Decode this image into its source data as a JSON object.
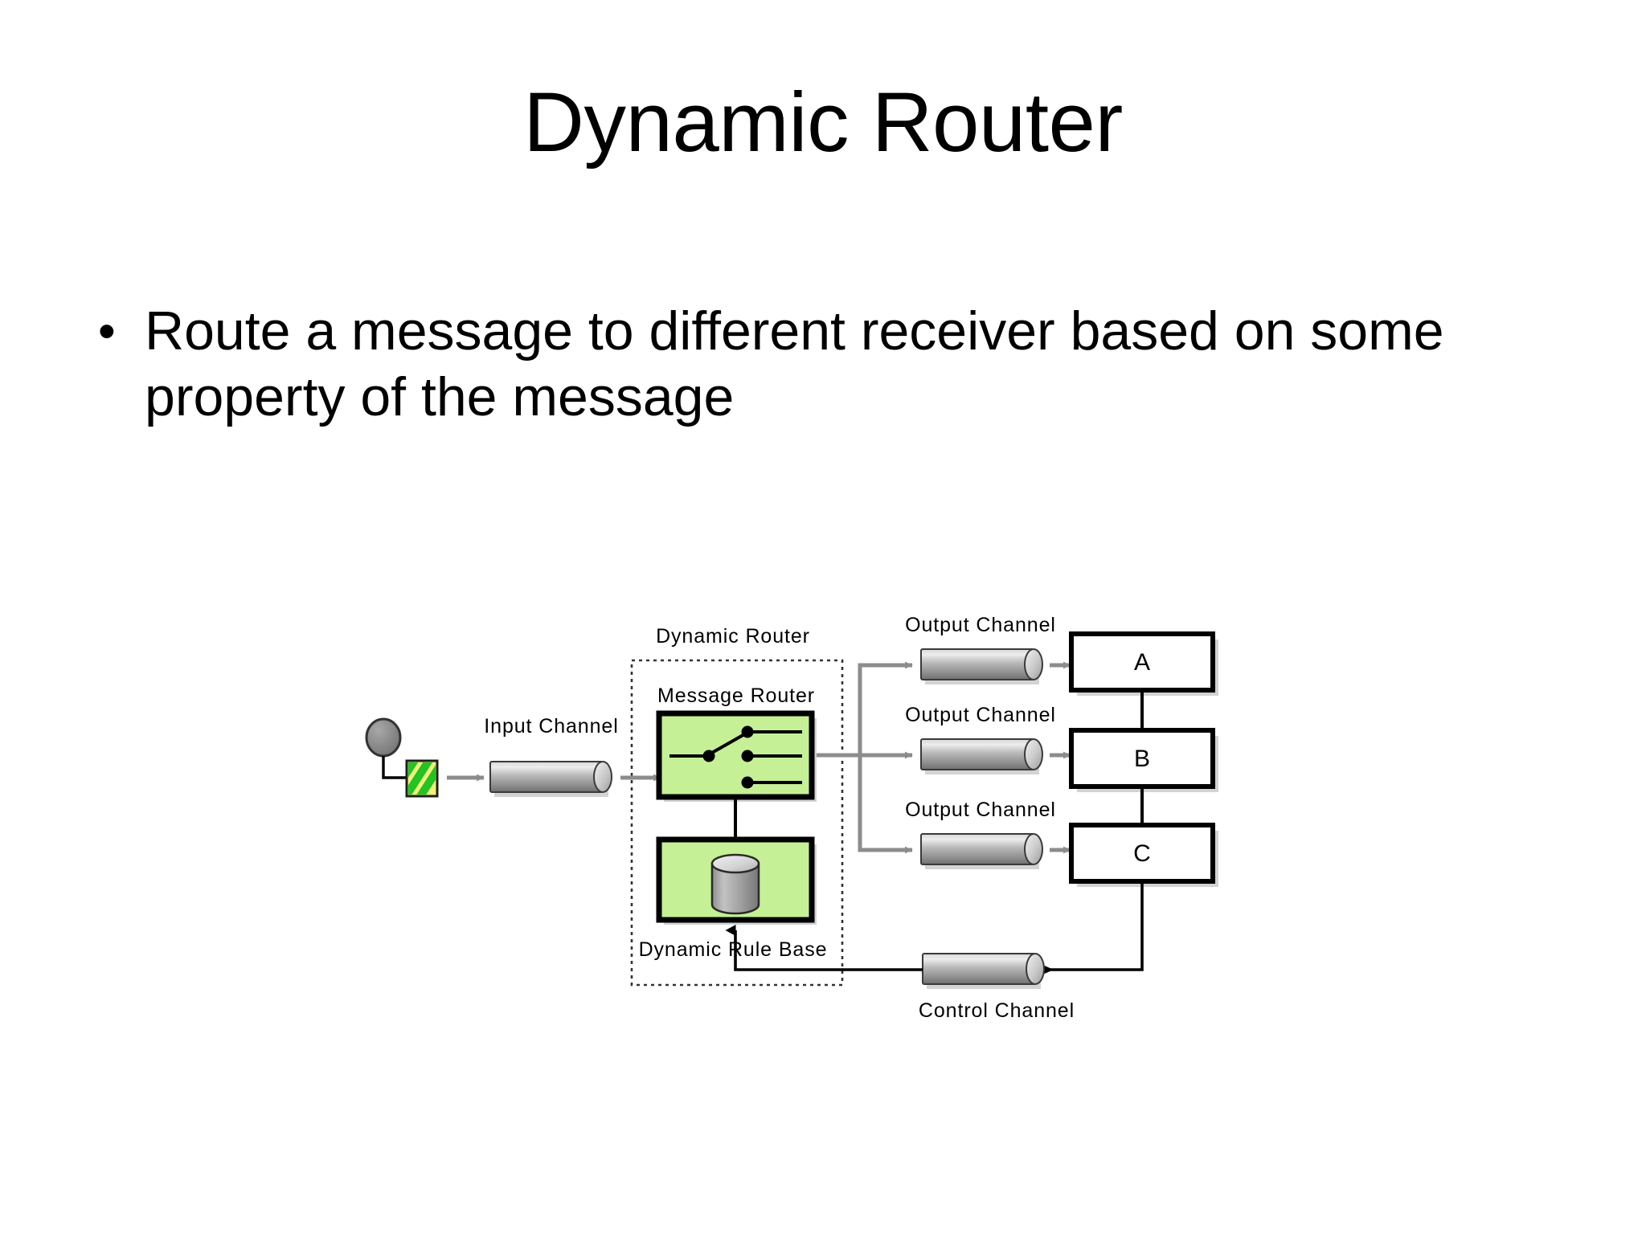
{
  "slide": {
    "title": "Dynamic Router",
    "bullets": [
      {
        "marker": "•",
        "text": "Route a message to different receiver based on some property of the message"
      }
    ]
  },
  "diagram": {
    "name": "dynamic-router-pattern-diagram",
    "colors": {
      "process_fill": "#C5F095",
      "pipe_light": "#E8E8E8",
      "pipe_mid": "#9A9A9A",
      "pipe_dark": "#6E6E6E",
      "arrow_gray": "#8C8C8C",
      "line_black": "#000000",
      "shadow": "#AFAFAF",
      "sender_fill": "#888888",
      "flag_green": "#22C322",
      "flag_yellow": "#F2F27A"
    },
    "labels": {
      "dynamic_router": "Dynamic Router",
      "message_router": "Message Router",
      "dynamic_rule_base": "Dynamic Rule Base",
      "input_channel": "Input Channel",
      "control_channel": "Control Channel",
      "output_channel_1": "Output Channel",
      "output_channel_2": "Output Channel",
      "output_channel_3": "Output Channel"
    },
    "receivers": [
      {
        "id": "receiver-a",
        "label": "A"
      },
      {
        "id": "receiver-b",
        "label": "B"
      },
      {
        "id": "receiver-c",
        "label": "C"
      }
    ]
  }
}
